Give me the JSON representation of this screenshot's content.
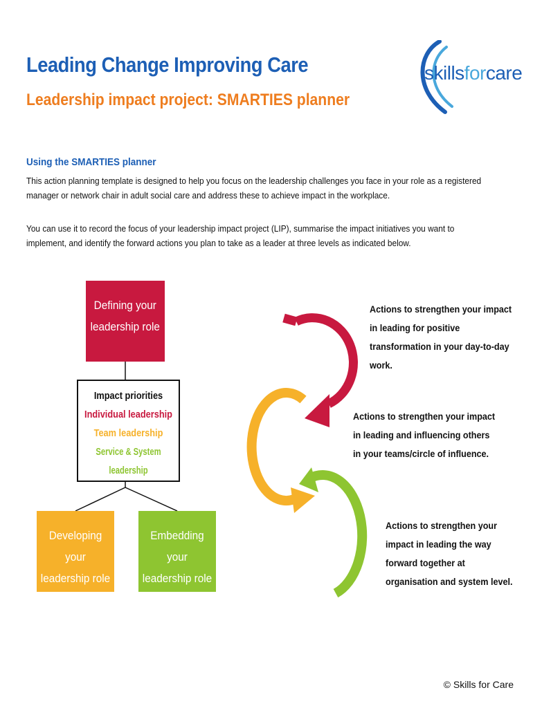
{
  "header": {
    "title": "Leading Change Improving Care",
    "subtitle": "Leadership impact project: SMARTIES planner"
  },
  "logo": {
    "text_part1": "skills",
    "text_part2": "for",
    "text_part3": "care"
  },
  "intro": {
    "heading": "Using the SMARTIES planner",
    "paragraph1": "This action planning template is designed to help you focus on the leadership challenges you face in your role as a registered manager or network chair in adult social care and address these to achieve impact in the workplace.",
    "paragraph2": "You can use it to record the focus of your leadership impact project (LIP), summarise the impact initiatives you want to implement, and identify the forward actions you plan to take as a leader at three levels as indicated below."
  },
  "diagram": {
    "box_define": {
      "line1": "Defining your",
      "line2": "leadership role"
    },
    "priorities": {
      "heading": "Impact priorities",
      "item1": "Individual leadership",
      "item2": "Team leadership",
      "item3a": "Service & System",
      "item3b": "leadership"
    },
    "box_develop": {
      "line1": "Developing your",
      "line2": "leadership role"
    },
    "box_embed": {
      "line1": "Embedding your",
      "line2": "leadership role"
    }
  },
  "actions": {
    "action1": "Actions to strengthen your impact in leading for positive transformation in your day-to-day work.",
    "action2": "Actions to strengthen your impact in leading and influencing others in your teams/circle of influence.",
    "action3": "Actions to strengthen your impact in leading the way forward together at organisation and system level."
  },
  "colors": {
    "blue": "#1d5fb5",
    "orange": "#ee7d1f",
    "red": "#c8193f",
    "amber": "#f6b12a",
    "green": "#8ec531"
  },
  "footer": {
    "copyright": "© Skills for Care"
  }
}
